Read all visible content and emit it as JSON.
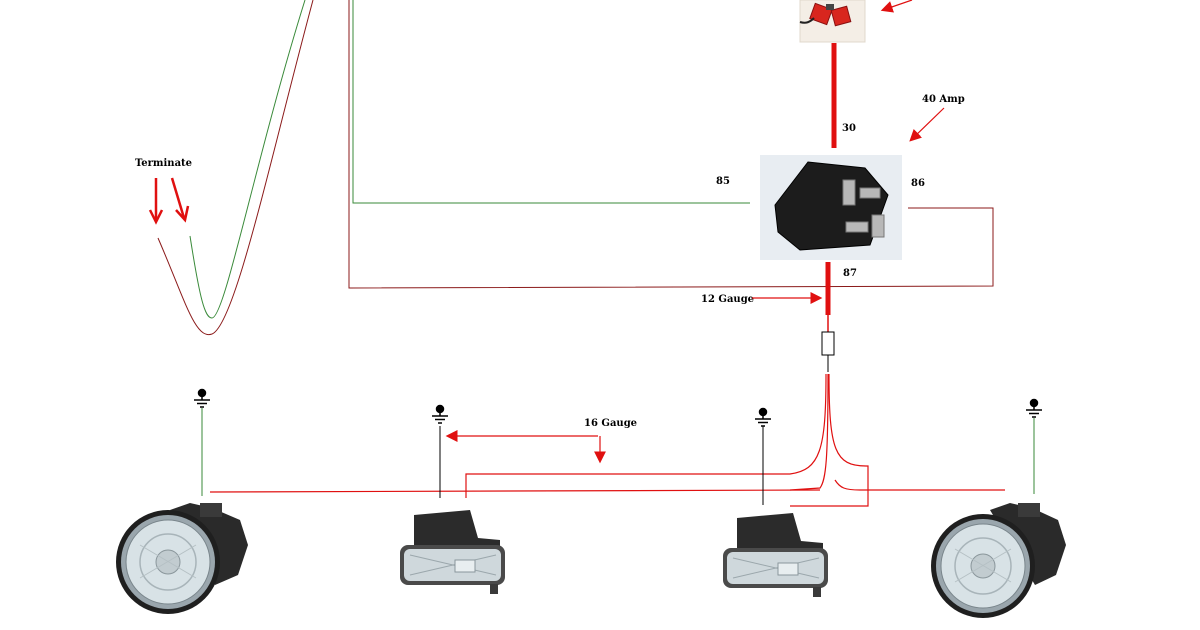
{
  "labels": {
    "terminate": "Terminate",
    "amp_rating": "40 Amp",
    "pin_30": "30",
    "pin_85": "85",
    "pin_86": "86",
    "pin_87": "87",
    "gauge_12": "12 Gauge",
    "gauge_16": "16 Gauge"
  },
  "components": {
    "relay": "relay-icon",
    "switch": "switch-icon",
    "fuse": "inline-fuse-icon",
    "ground": "ground-symbol-icon",
    "round_lamp": "round-fog-lamp-icon",
    "rect_lamp": "rectangular-fog-lamp-icon"
  },
  "colors": {
    "power_wire": "#e01010",
    "ground_wire": "#3a8a3a",
    "signal_wire": "#8b1a1a",
    "arrow": "#e01010"
  }
}
